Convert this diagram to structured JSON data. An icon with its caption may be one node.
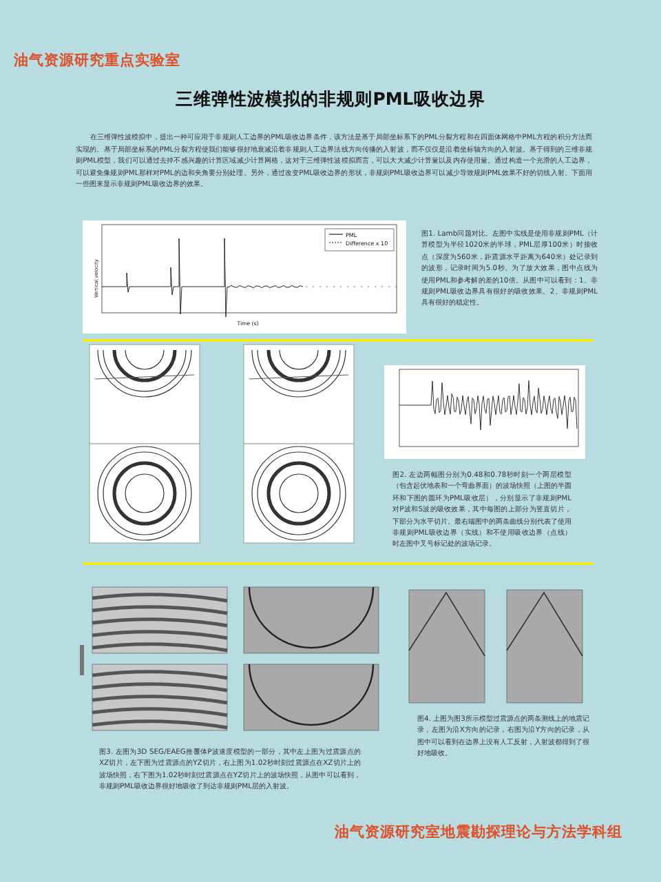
{
  "diagram": {
    "title": "三维弹性波模拟的非规则PML吸收边界",
    "labels": [
      "油气资源研究重点实验室",
      "在三维弹性波模拟中，提出一种可应用于非规则人工边界的PML吸收边界条件，该方法是基于局部坐标系下的PML分裂方程和在四面体网格中PML方程的积分方法而实现的。基于局部坐标系的PML分裂方程使我们能够很好地衰减沿着非规则人工边界法线方向传播的入射波，而不仅仅是沿着坐标轴方向的入射波。基于得到的三维非规则PML模型，我们可以通过去掉不感兴趣的计算区域减少计算网格，这对于三维弹性波模拟而言，可以大大减少计算量以及内存使用量。通过构造一个光滑的人工边界，可以避免像规则PML那样对PML的边和夹角要分别处理。另外，通过改变PML吸收边界的形状，非规则PML吸收边界可以减少导致规则PML效果不好的切线入射。下面用一些图来显示非规则PML吸收边界的效果。",
      "图1. Lamb问题对比。左图中实线是使用非规则PML（计算模型为半径1020米的半球，PML层厚100米）时接收点（深度为560米，距震源水平距离为640米）处记录到的波形，记录时间为5.0秒。为了放大效果，图中点线为使用PML和参考解的差的10倍。从图中可以看到：1、非规则PML吸收边界具有很好的吸收效果。2、非规则PML具有很好的稳定性。",
      "Vertical velocity",
      "Time (s)",
      "图2. 左边两幅图分别为0.48和0.78秒时刻一个两层模型（包含起伏地表和一个弯曲界面）的波场快照（上图的半圆环和下图的圆环为PML吸收层），分别显示了非规则PML对P波和S波的吸收效果，其中每图的上部分为竖直切片，下部分为水平切片。最右端图中的两条曲线分别代表了使用非规则PML吸收边界（实线）和不使用吸收边界（点线）时左图中叉号标记处的波场记录。",
      "图3. 左图为3D SEG/EAEG推覆体P波速度模型的一部分，其中左上图为过震源点的XZ切片，左下图为过震源点的YZ切片，右上图为1.02秒时刻过震源点在XZ切片上的波场快照，右下图为1.02秒时刻过震源点在YZ切片上的波场快照，从图中可以看到，非规则PML吸收边界很好地吸收了到达非规则PML层的入射波。",
      "图4. 上图为图3所示模型过震源点的两条测线上的地震记录，左图为沿X方向的记录，右图为沿Y方向的记录，从图中可以看到在边界上没有人工反射，入射波都得到了很好地吸收。",
      "油气资源研究室地震勘探理论与方法学科组"
    ],
    "legend": [
      {
        "text": "PML"
      },
      {
        "text": "Difference x 10"
      }
    ]
  }
}
